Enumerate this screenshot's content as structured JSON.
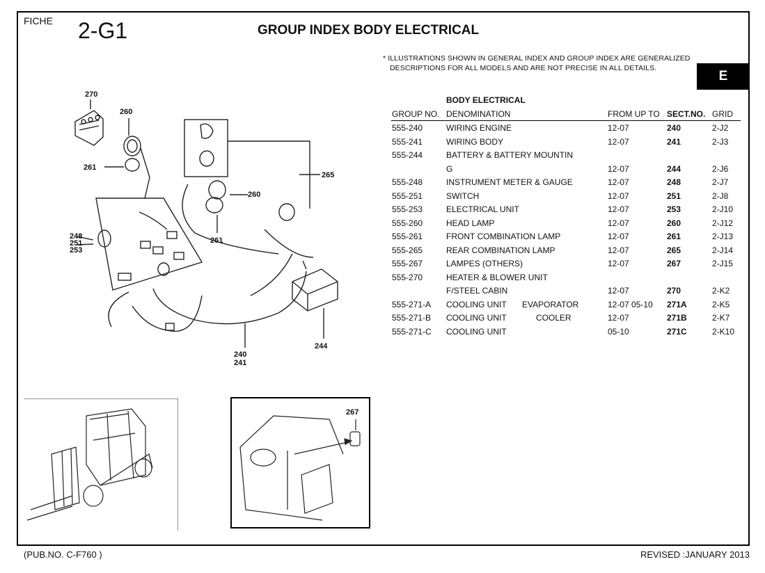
{
  "header": {
    "fiche_label": "FICHE",
    "fiche_code": "2-G1",
    "title": "GROUP INDEX BODY ELECTRICAL",
    "note_line1": "* ILLUSTRATIONS SHOWN IN GENERAL INDEX AND GROUP INDEX ARE GENERALIZED",
    "note_line2": "DESCRIPTIONS FOR ALL MODELS AND ARE NOT PRECISE IN ALL DETAILS.",
    "section_tab": "E"
  },
  "table": {
    "title": "BODY ELECTRICAL",
    "columns": {
      "group_no": "GROUP NO.",
      "denomination": "DENOMINATION",
      "from_up_to": "FROM UP TO",
      "sect_no": "SECT.NO.",
      "grid": "GRID"
    },
    "rows": [
      {
        "group": "555-240",
        "den": "WIRING ENGINE",
        "den2": "",
        "from": "12-07",
        "sect": "240",
        "grid": "2-J2"
      },
      {
        "group": "555-241",
        "den": "WIRING BODY",
        "den2": "",
        "from": "12-07",
        "sect": "241",
        "grid": "2-J3"
      },
      {
        "group": "555-244",
        "den": "BATTERY & BATTERY MOUNTIN",
        "den2": "",
        "from": "",
        "sect": "",
        "grid": ""
      },
      {
        "group": "",
        "den": "G",
        "den2": "",
        "from": "12-07",
        "sect": "244",
        "grid": "2-J6"
      },
      {
        "group": "555-248",
        "den": "INSTRUMENT METER & GAUGE",
        "den2": "",
        "from": "12-07",
        "sect": "248",
        "grid": "2-J7"
      },
      {
        "group": "555-251",
        "den": "SWITCH",
        "den2": "",
        "from": "12-07",
        "sect": "251",
        "grid": "2-J8"
      },
      {
        "group": "555-253",
        "den": "ELECTRICAL UNIT",
        "den2": "",
        "from": "12-07",
        "sect": "253",
        "grid": "2-J10"
      },
      {
        "group": "555-260",
        "den": "HEAD LAMP",
        "den2": "",
        "from": "12-07",
        "sect": "260",
        "grid": "2-J12"
      },
      {
        "group": "555-261",
        "den": "FRONT COMBINATION LAMP",
        "den2": "",
        "from": "12-07",
        "sect": "261",
        "grid": "2-J13"
      },
      {
        "group": "555-265",
        "den": "REAR COMBINATION LAMP",
        "den2": "",
        "from": "12-07",
        "sect": "265",
        "grid": "2-J14"
      },
      {
        "group": "555-267",
        "den": "LAMPES (OTHERS)",
        "den2": "",
        "from": "12-07",
        "sect": "267",
        "grid": "2-J15"
      },
      {
        "group": "555-270",
        "den": "HEATER & BLOWER UNIT",
        "den2": "",
        "from": "",
        "sect": "",
        "grid": ""
      },
      {
        "group": "",
        "den": "F/STEEL CABIN",
        "den2": "",
        "from": "12-07",
        "sect": "270",
        "grid": "2-K2"
      },
      {
        "group": "555-271-A",
        "den": "COOLING UNIT",
        "den2": "EVAPORATOR",
        "from": "12-07 05-10",
        "sect": "271A",
        "grid": "2-K5"
      },
      {
        "group": "555-271-B",
        "den": "COOLING UNIT",
        "den2": "      COOLER",
        "from": "12-07",
        "sect": "271B",
        "grid": "2-K7"
      },
      {
        "group": "555-271-C",
        "den": "COOLING UNIT",
        "den2": "",
        "from": "05-10",
        "sect": "271C",
        "grid": "2-K10"
      }
    ]
  },
  "illustration": {
    "callouts": [
      "270",
      "260",
      "261",
      "265",
      "260",
      "248",
      "251",
      "253",
      "261",
      "240",
      "241",
      "244"
    ],
    "inset_callout": "267"
  },
  "footer": {
    "pub_no": "(PUB.NO. C-F760 )",
    "revised": "REVISED :JANUARY 2013"
  }
}
